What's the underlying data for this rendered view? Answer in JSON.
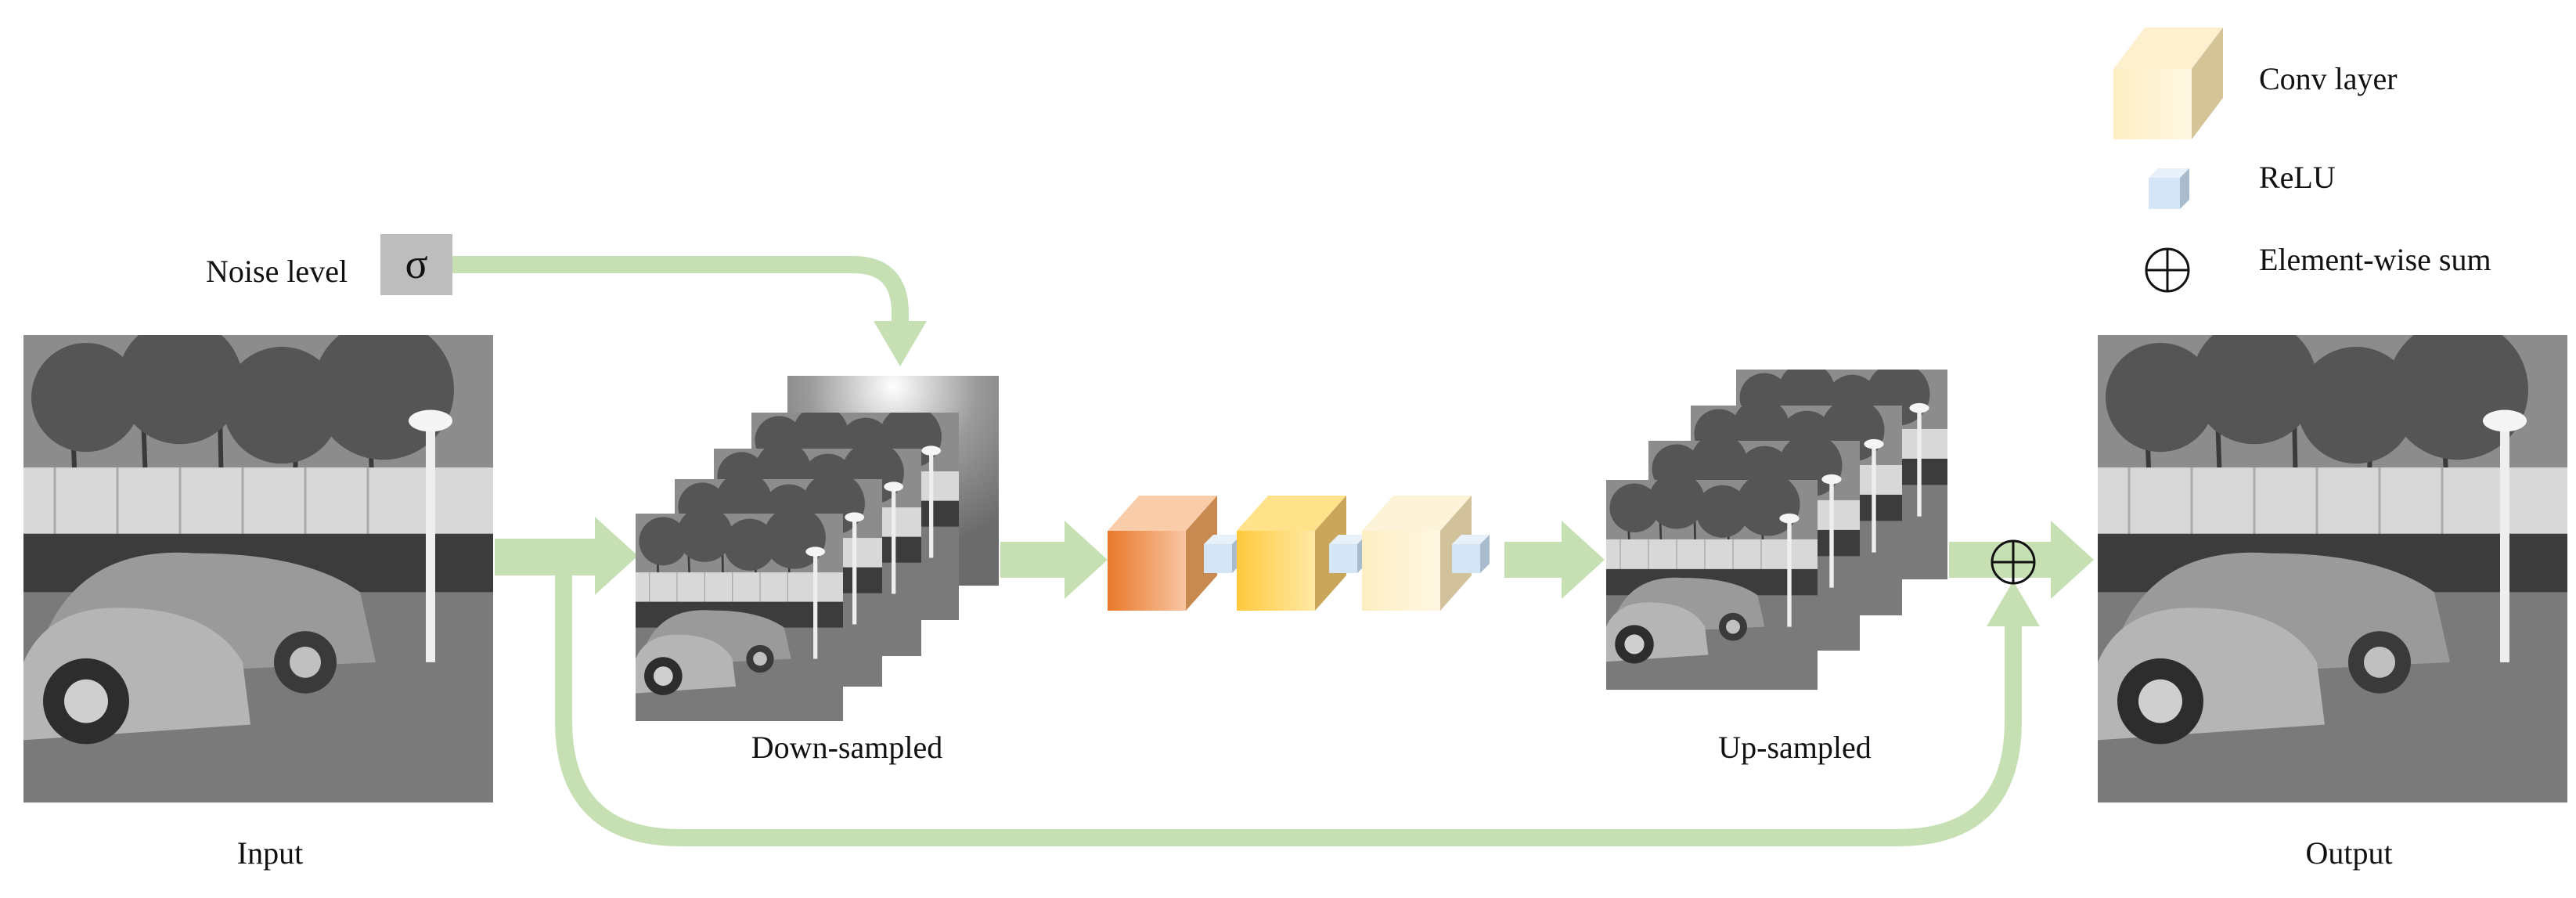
{
  "labels": {
    "noise_level": "Noise level",
    "sigma": "σ",
    "input": "Input",
    "down_sampled": "Down-sampled",
    "up_sampled": "Up-sampled",
    "output": "Output"
  },
  "legend": {
    "conv_layer": "Conv layer",
    "relu": "ReLU",
    "element_wise_sum": "Element-wise sum"
  },
  "colors": {
    "arrow": "#c6e0b4",
    "conv_orange": "#f08a3c",
    "conv_yellow": "#ffd24a",
    "conv_light": "#fdefc9",
    "relu_blue": "#d4e6f5",
    "sigma_box": "#bdbdbd"
  }
}
